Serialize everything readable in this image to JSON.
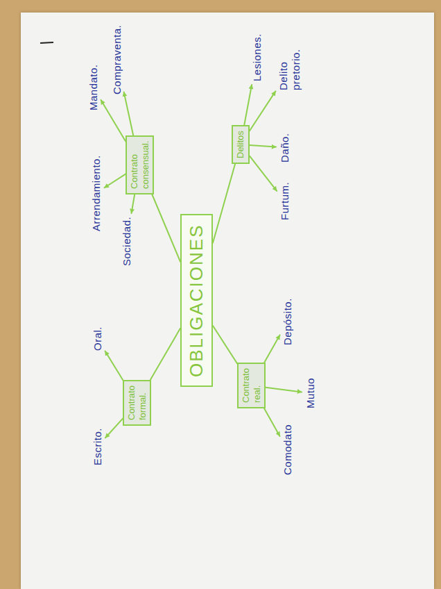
{
  "diagram": {
    "nodes": [
      {
        "text": [
          "OBLIGACIONES"
        ]
      },
      {
        "text": [
          "Contrato formal."
        ]
      },
      {
        "text": [
          "Escrito."
        ]
      },
      {
        "text": [
          "Oral."
        ]
      },
      {
        "text": [
          "Contrato real."
        ]
      },
      {
        "text": [
          "Comodato"
        ]
      },
      {
        "text": [
          "Mutuo"
        ]
      },
      {
        "text": [
          "Depósito."
        ]
      },
      {
        "text": [
          "Contrato consensual."
        ]
      },
      {
        "text": [
          "Arrendamiento."
        ]
      },
      {
        "text": [
          "Sociedad."
        ]
      },
      {
        "text": [
          "Mandato."
        ]
      },
      {
        "text": [
          "Compraventa."
        ]
      },
      {
        "text": [
          "Delitos"
        ]
      },
      {
        "text": [
          "Lesiones."
        ]
      },
      {
        "text": [
          "Delito pretorio."
        ]
      },
      {
        "text": [
          "Daño."
        ]
      },
      {
        "text": [
          "Furtum."
        ]
      }
    ],
    "edges": [
      {
        "from": 0,
        "to": 1,
        "arrow": "none"
      },
      {
        "from": 1,
        "to": 2,
        "arrow": "to"
      },
      {
        "from": 1,
        "to": 3,
        "arrow": "to"
      },
      {
        "from": 0,
        "to": 4,
        "arrow": "none"
      },
      {
        "from": 4,
        "to": 5,
        "arrow": "to"
      },
      {
        "from": 4,
        "to": 6,
        "arrow": "to"
      },
      {
        "from": 4,
        "to": 7,
        "arrow": "to"
      },
      {
        "from": 0,
        "to": 8,
        "arrow": "none"
      },
      {
        "from": 8,
        "to": 9,
        "arrow": "to"
      },
      {
        "from": 8,
        "to": 10,
        "arrow": "to"
      },
      {
        "from": 8,
        "to": 11,
        "arrow": "to"
      },
      {
        "from": 8,
        "to": 12,
        "arrow": "to"
      },
      {
        "from": 0,
        "to": 13,
        "arrow": "none"
      },
      {
        "from": 13,
        "to": 14,
        "arrow": "to"
      },
      {
        "from": 13,
        "to": 15,
        "arrow": "to"
      },
      {
        "from": 13,
        "to": 16,
        "arrow": "to"
      },
      {
        "from": 13,
        "to": 17,
        "arrow": "to"
      }
    ]
  }
}
